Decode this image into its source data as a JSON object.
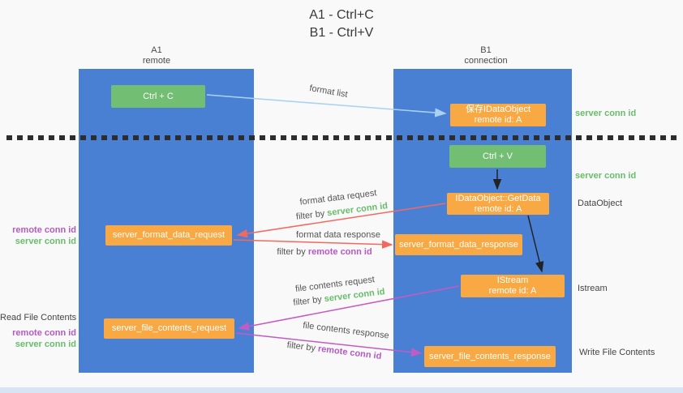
{
  "title": {
    "line1": "A1 - Ctrl+C",
    "line2": "B1 - Ctrl+V"
  },
  "lifelines": {
    "a1": {
      "name": "A1",
      "role": "remote"
    },
    "b1": {
      "name": "B1",
      "role": "connection"
    }
  },
  "nodes": {
    "ctrl_c": {
      "label": "Ctrl + C"
    },
    "save_dataobject": {
      "line1": "保存IDataObject",
      "line2": "remote id: A"
    },
    "ctrl_v": {
      "label": "Ctrl + V"
    },
    "getdata": {
      "line1": "IDataObject::GetData",
      "line2": "remote id: A"
    },
    "format_request": {
      "label": "server_format_data_request"
    },
    "format_response": {
      "label": "server_format_data_response"
    },
    "istream": {
      "line1": "IStream",
      "line2": "remote id: A"
    },
    "file_request": {
      "label": "server_file_contents_request"
    },
    "file_response": {
      "label": "server_file_contents_response"
    }
  },
  "arrow_labels": {
    "format_list": "format list",
    "format_data_request": "format data request",
    "format_data_request_filter": {
      "prefix": "filter by ",
      "value": "server conn id"
    },
    "format_data_response": "format data response",
    "format_data_response_filter": {
      "prefix": "filter by ",
      "value": "remote conn id"
    },
    "file_contents_request": "file contents request",
    "file_contents_request_filter": {
      "prefix": "filter by ",
      "value": "server conn id"
    },
    "file_contents_response": "file contents response",
    "file_contents_response_filter": {
      "prefix": "filter by ",
      "value": "remote conn id"
    }
  },
  "side_labels": {
    "right_server_conn_id_top": "server conn id",
    "right_server_conn_id_mid": "server conn id",
    "dataobject": "DataObject",
    "istream": "Istream",
    "write_file_contents": "Write File Contents",
    "left_remote_conn_id_top": "remote conn id",
    "left_server_conn_id_top": "server conn id",
    "read_file_contents": "Read File Contents",
    "left_remote_conn_id_bottom": "remote conn id",
    "left_server_conn_id_bottom": "server conn id"
  },
  "colors": {
    "lifeline_blue": "#4a80d4",
    "action_green": "#72bf73",
    "message_orange": "#f8a943",
    "server_conn_green": "#67bd6b",
    "remote_conn_purple": "#b45ac4",
    "request_arrow_red": "#f2695f",
    "response_arrow_magenta": "#c45ac4",
    "format_list_arrow_blue": "#a9d2f2",
    "black_arrow": "#222222"
  }
}
